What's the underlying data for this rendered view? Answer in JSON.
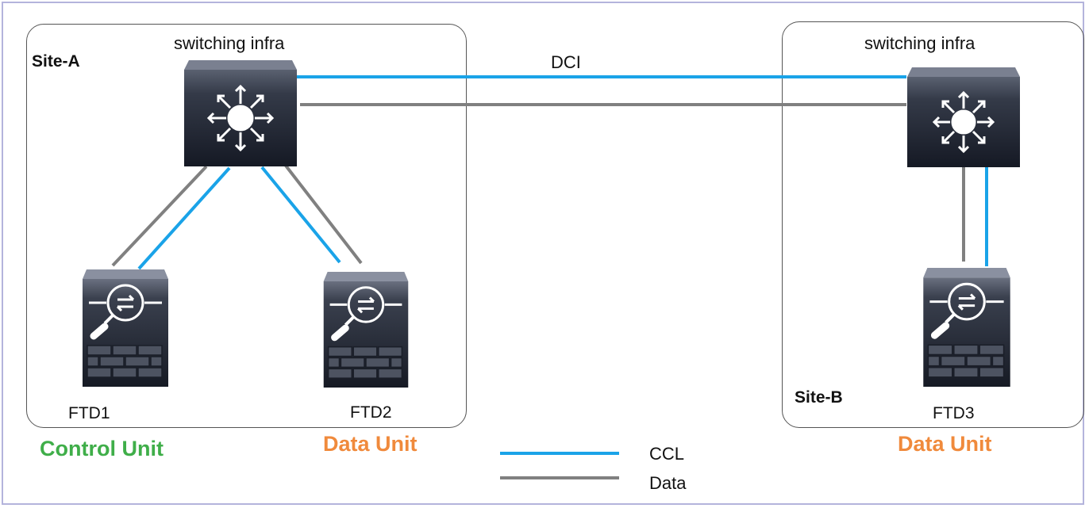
{
  "site_a": {
    "label": "Site-A",
    "switch_label": "switching infra",
    "devices": [
      {
        "name": "FTD1",
        "role": "Control Unit",
        "role_color": "#3fae49"
      },
      {
        "name": "FTD2",
        "role": "Data Unit",
        "role_color": "#f08a3c"
      }
    ]
  },
  "site_b": {
    "label": "Site-B",
    "switch_label": "switching infra",
    "devices": [
      {
        "name": "FTD3",
        "role": "Data Unit",
        "role_color": "#f08a3c"
      }
    ]
  },
  "interconnect": {
    "label": "DCI"
  },
  "legend": [
    {
      "label": "CCL",
      "color": "#1aa3e8"
    },
    {
      "label": "Data",
      "color": "#808080"
    }
  ],
  "icons": {
    "switch": "switch-icon",
    "firewall": "ftd-firewall-icon"
  }
}
